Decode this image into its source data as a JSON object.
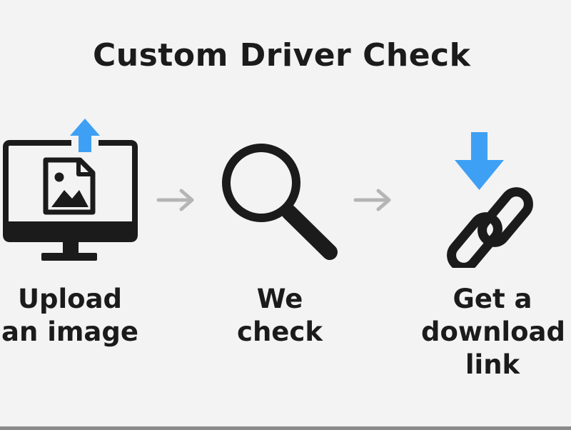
{
  "title": "Custom Driver Check",
  "steps": [
    {
      "icon": "monitor-upload-icon",
      "caption_lines": [
        "Upload",
        "an image"
      ]
    },
    {
      "icon": "magnifier-icon",
      "caption_lines": [
        "We",
        "check"
      ]
    },
    {
      "icon": "download-link-icon",
      "caption_lines": [
        "Get a",
        "download",
        "link"
      ]
    }
  ],
  "colors": {
    "accent": "#3ea0f5",
    "icon": "#1b1b1b",
    "arrow": "#b5b5b5",
    "background": "#f3f3f3"
  }
}
